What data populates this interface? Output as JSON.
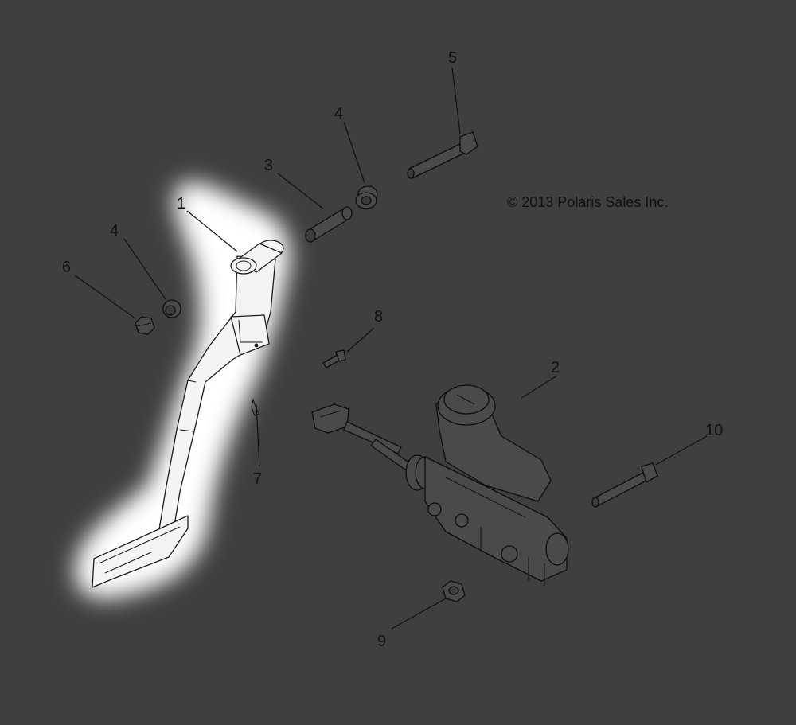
{
  "copyright": "© 2013 Polaris Sales Inc.",
  "callouts": {
    "c1": "1",
    "c2": "2",
    "c3": "3",
    "c4a": "4",
    "c4b": "4",
    "c5": "5",
    "c6": "6",
    "c7": "7",
    "c8": "8",
    "c9": "9",
    "c10": "10"
  },
  "colors": {
    "background": "#3f3f3f",
    "highlight_glow": "#ffffff",
    "linework": "#111111"
  },
  "highlighted_part": "1"
}
